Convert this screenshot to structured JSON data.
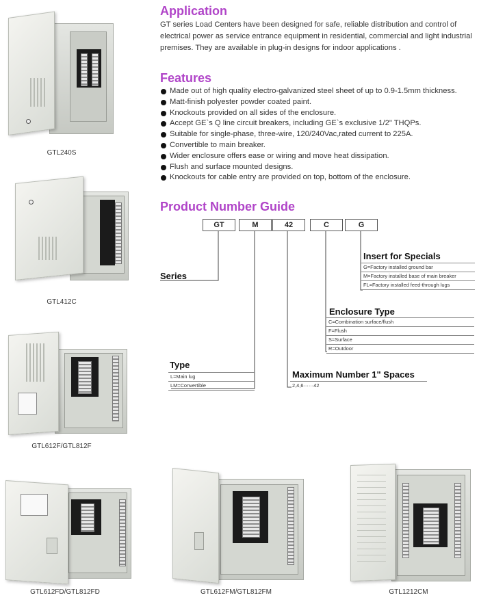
{
  "application": {
    "heading": "Application",
    "text": "GT  series Load Centers have been designed for safe, reliable distribution and control of electrical power as service entrance equipment in residential, commercial and light industrial premises. They are available in plug-in designs for indoor applications ."
  },
  "features": {
    "heading": "Features",
    "items": [
      "Made out of high quality electro-galvanized steel sheet of up to 0.9-1.5mm thickness.",
      "Matt-finish polyester powder coated paint.",
      "Knockouts provided on all sides of the enclosure.",
      "Accept GE`s Q line circuit breakers, including GE`s exclusive 1/2\" THQPs.",
      "Suitable for single-phase, three-wire, 120/240Vac,rated current to 225A.",
      "Convertible to main breaker.",
      "Wider enclosure offers ease or wiring and move heat dissipation.",
      "Flush and surface mounted designs.",
      "Knockouts for cable entry are provided on top, bottom of the enclosure."
    ]
  },
  "guide": {
    "heading": "Product Number Guide",
    "boxes": [
      "GT",
      "M",
      "42",
      "C",
      "G"
    ],
    "insert": {
      "title": "Insert for Specials",
      "options": [
        "G=Factory installed ground bar",
        "M=Factory installed base of main breaker",
        "FL=Factory installed feed-through lugs"
      ]
    },
    "series": {
      "title": "Series"
    },
    "enclosure": {
      "title": "Enclosure Type",
      "options": [
        "C=Combination surface/flush",
        "F=Flush",
        "S=Surface",
        "R=Outdoor"
      ]
    },
    "type": {
      "title": "Type",
      "options": [
        "L=Main lug",
        "LM=Convertible"
      ]
    },
    "maximum": {
      "title": "Maximum Number  1\" Spaces",
      "options": [
        "2,4,6······42"
      ]
    }
  },
  "products": [
    {
      "caption": "GTL240S"
    },
    {
      "caption": "GTL412C"
    },
    {
      "caption": "GTL612F/GTL812F"
    },
    {
      "caption": "GTL612FD/GTL812FD"
    },
    {
      "caption": "GTL612FM/GTL812FM"
    },
    {
      "caption": "GTL1212CM"
    }
  ]
}
